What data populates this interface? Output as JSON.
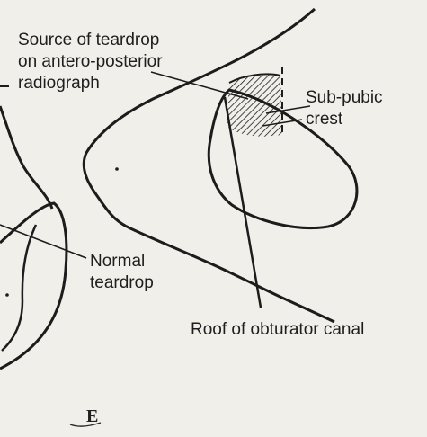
{
  "labels": {
    "teardrop_source_line1": "Source of teardrop",
    "teardrop_source_line2": "on antero-posterior",
    "teardrop_source_line3": "radiograph",
    "subpubic_line1": "Sub-pubic",
    "subpubic_line2": "crest",
    "normal_teardrop_line1": "Normal",
    "normal_teardrop_line2": "teardrop",
    "obturator_roof": "Roof of obturator canal"
  },
  "panel_letter": "E",
  "colors": {
    "paper": "#f1efe9",
    "ink": "#1c1c1c"
  }
}
